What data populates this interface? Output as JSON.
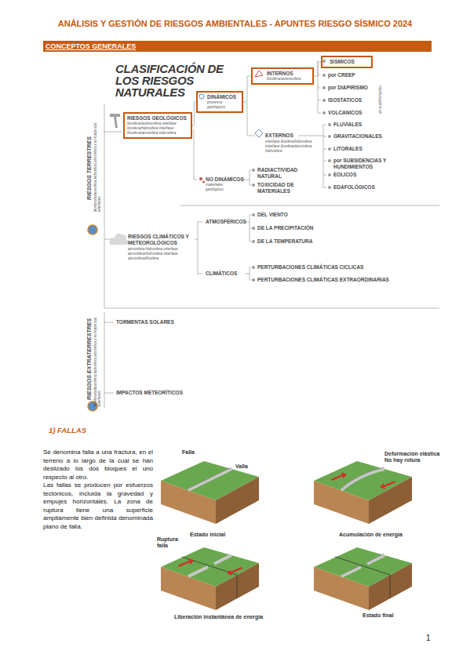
{
  "diagram": {
    "title": "ANÁLISIS Y GESTIÓN DE RIESGOS AMBIENTALES - APUNTES RIESGO SÍSMICO 2024",
    "nodes": [
      {
        "text": [
          "CONCEPTOS GENERALES"
        ]
      },
      {
        "text": [
          "RIESGOS GEOLÓGICOS",
          "litosfera/astenosfera interfase litosfera/hidrosfera interfase litosfera/atmósfera hidrosfera"
        ]
      },
      {
        "text": [
          "DINÁMICOS",
          "procesos geológicos"
        ]
      },
      {
        "text": [
          "INTERNOS",
          "litosfera/astenosfera"
        ]
      },
      {
        "text": [
          "SISMICOS"
        ]
      }
    ],
    "edges": [
      {
        "from": 1,
        "to": 2,
        "arrow": "none"
      },
      {
        "from": 2,
        "to": 3,
        "arrow": "none"
      },
      {
        "from": 3,
        "to": 4,
        "arrow": "none"
      }
    ],
    "labels": [
      "CLASIFICACIÓN DE LOS RIESGOS NATURALES",
      "RIESGOS TERRESTRES",
      "litosfera/astenosfera hidrosfera atmósfera y en todas sus interfases",
      "de la deformación",
      "por CREEP",
      "por DIAPIRISMO",
      "ISOSTATICOS",
      "VOLCANICOS",
      "EXTERNOS",
      "interfase litosfera/hidrosfera interfase litosfera/atmósfera hidrosfera",
      "FLUVIALES",
      "GRAVITACIONALES",
      "LITORALES",
      "por SUBSIDENCIAS Y HUNDIMIENTOS",
      "EOLICOS",
      "EDAFOLÓGICOS",
      "NO DINÁMICOS",
      "materiales geológicos",
      "RADIACTIVIDAD NATURAL",
      "TOXICIDAD DE MATERIALES",
      "RIESGOS CLIMÁTICOS Y METEOROLÓGICOS",
      "atmósfera hidrosfera interfase atmósfera/hidrosfera interfase atmósfera/litosfera",
      "ATMOSFÉRICOS",
      "DEL VIENTO",
      "DE LA PRECIPITACIÓN",
      "DE LA TEMPERATURA",
      "CLIMÁTICOS",
      "PERTURBACIONES CLIMÁTICAS CICLICAS",
      "PERTURBACIONES CLIMÁTICAS EXTRAORDINARIAS",
      "RIESGOS EXTRATERRESTRES",
      "litosfera/astenosfera hidrosfera atmósfera y en todas sus interfases",
      "TORMENTAS SOLARES",
      "IMPACTOS METEORÍTICOS",
      "1) FALLAS",
      "Se denomina falla a una fractura, en el terreno a lo largo de la cual se han deslizado los dos bloques el uno respecto al otro.",
      "Las fallas se producen por esfuerzos tectónicos, incluida la gravedad y empujes horizontales. La zona de ruptura tiene una superficie ampliamente bien definida denominada plano de falla.",
      "Falla",
      "Valla",
      "Estado inicial",
      "Deformación elástica No hay rotura",
      "Acumulación de energía",
      "Ruptura falla",
      "Liberación instantánea de energía",
      "Estado final",
      "1"
    ]
  }
}
